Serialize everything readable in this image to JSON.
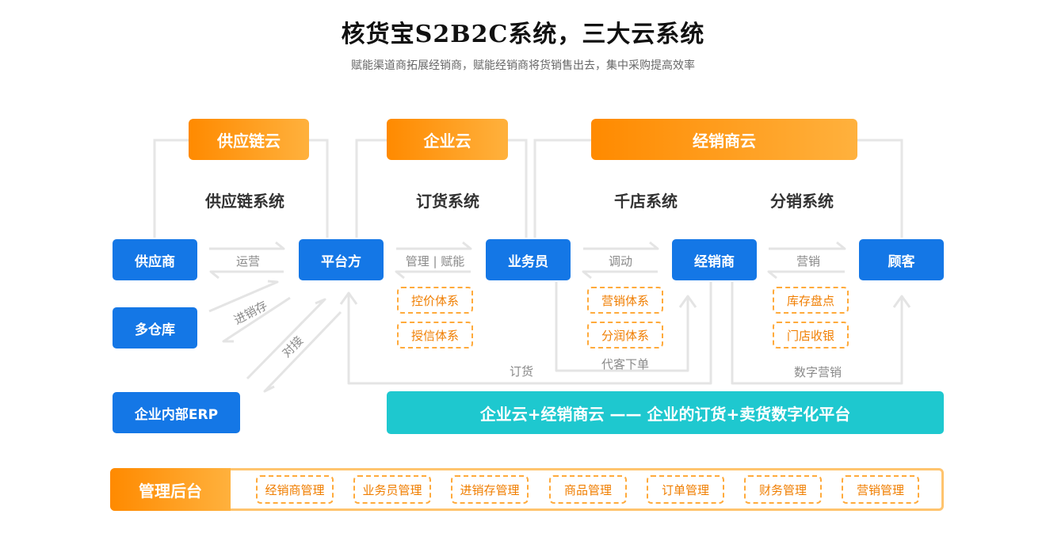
{
  "header": {
    "title": "核货宝S2B2C系统，三大云系统",
    "subtitle": "赋能渠道商拓展经销商，赋能经销商将货销售出去，集中采购提高效率"
  },
  "clouds": {
    "supply_chain": "供应链云",
    "enterprise": "企业云",
    "dealer": "经销商云"
  },
  "systems": {
    "supply_chain": "供应链系统",
    "ordering": "订货系统",
    "thousand_stores": "千店系统",
    "distribution": "分销系统"
  },
  "nodes": {
    "supplier": "供应商",
    "multi_warehouse": "多仓库",
    "enterprise_erp": "企业内部ERP",
    "platform": "平台方",
    "salesperson": "业务员",
    "dealer": "经销商",
    "customer": "顾客"
  },
  "arrow_labels": {
    "operation": "运营",
    "inventory": "进销存",
    "docking": "对接",
    "manage_empower": "管理 | 赋能",
    "dispatch": "调动",
    "marketing": "营销",
    "order": "订货",
    "proxy_order": "代客下单",
    "digital_marketing": "数字营销"
  },
  "features": {
    "price_control": "控价体系",
    "credit": "授信体系",
    "marketing_sys": "营销体系",
    "profit_sys": "分润体系",
    "stocktake": "库存盘点",
    "store_cashier": "门店收银"
  },
  "platform_banner": "企业云+经销商云 —— 企业的订货+卖货数字化平台",
  "management": {
    "title": "管理后台",
    "items": [
      "经销商管理",
      "业务员管理",
      "进销存管理",
      "商品管理",
      "订单管理",
      "财务管理",
      "营销管理"
    ]
  },
  "colors": {
    "node_blue": "#1477e6",
    "cloud_orange": "#ff8a00",
    "banner_cyan": "#1ec8cf",
    "dashed_orange": "#ffaa3b",
    "line_gray": "#e6e6e6"
  }
}
